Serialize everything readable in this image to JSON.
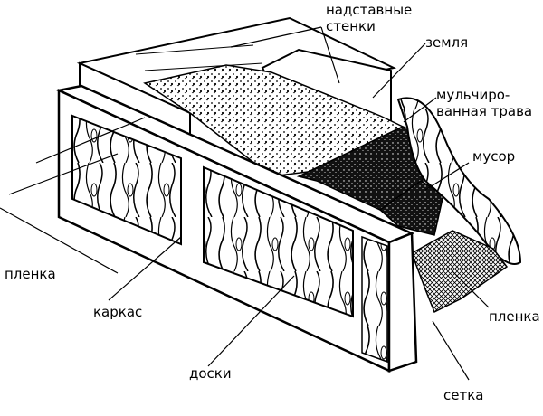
{
  "labels": {
    "extension_walls_line1": "надставные",
    "extension_walls_line2": "стенки",
    "soil": "земля",
    "mulched_grass_line1": "мульчиро-",
    "mulched_grass_line2": "ванная трава",
    "debris": "мусор",
    "film_left": "пленка",
    "frame": "каркас",
    "film_right": "пленка",
    "boards": "доски",
    "mesh": "сетка"
  }
}
